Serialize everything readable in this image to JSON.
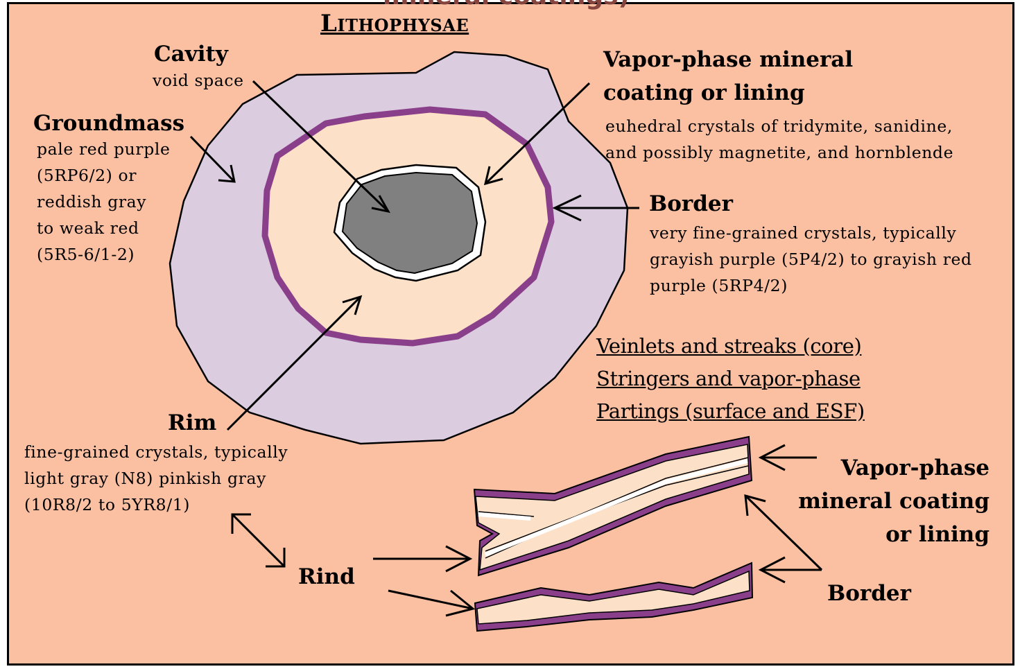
{
  "header": {
    "cut_off_text": "mineral coatings)",
    "title": "Lithophysae"
  },
  "labels": {
    "cavity": {
      "heading": "Cavity",
      "desc": "void space"
    },
    "groundmass": {
      "heading": "Groundmass",
      "desc": "pale red purple\n(5RP6/2) or\nreddish gray\nto weak red\n(5R5-6/1-2)"
    },
    "vapor_phase": {
      "heading": "Vapor-phase mineral\ncoating or lining",
      "desc": "euhedral crystals of tridymite, sanidine,\nand possibly magnetite, and hornblende"
    },
    "border": {
      "heading": "Border",
      "desc": "very fine-grained crystals, typically\ngrayish purple (5P4/2) to grayish red\npurple (5RP4/2)"
    },
    "rim": {
      "heading": "Rim",
      "desc": "fine-grained crystals, typically\nlight gray (N8) pinkish gray\n(10R8/2 to 5YR8/1)"
    },
    "rind": {
      "heading": "Rind"
    },
    "vein_vapor_phase": {
      "heading": "Vapor-phase\nmineral coating\nor lining"
    },
    "vein_border": {
      "heading": "Border"
    }
  },
  "links": [
    {
      "label": "Veinlets and streaks (core)"
    },
    {
      "label": "Stringers and vapor-phase"
    },
    {
      "label": "Partings (surface and ESF)"
    }
  ],
  "colors": {
    "background": "#fbbfa2",
    "groundmass": "#dbcce0",
    "border": "#8a3f8a",
    "rim": "#fde0c8",
    "cavity": "#808080",
    "title_cut": "#85443e"
  }
}
